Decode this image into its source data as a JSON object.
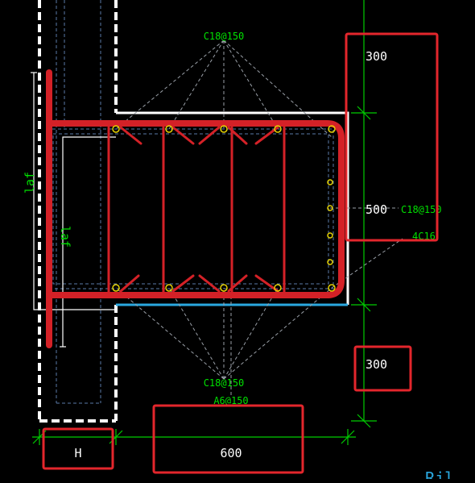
{
  "colors": {
    "background": "#000000",
    "rebar": "#d42127",
    "green_text": "#00e000",
    "dim_line": "#00cc00",
    "white": "#ffffff",
    "blue": "#2aa8e0",
    "highlight": "#e3262c",
    "dot": "#e6d200",
    "dashed_gray": "#9aa0a8",
    "dashed_blue": "#5a7aa8"
  },
  "labels": {
    "top_callout": "C18@150",
    "bottom_callout": "C18@150",
    "stirrup_callout": "A6@150",
    "side_rebar_callout": "C18@150",
    "corner_rebar_callout": "4C16",
    "anchor_outer": "laf",
    "anchor_inner": "laf"
  },
  "dimensions": {
    "top_height": "300",
    "mid_height": "500",
    "bottom_height": "300",
    "width": "600",
    "col_width": "H"
  },
  "corner_text": "Rjl"
}
